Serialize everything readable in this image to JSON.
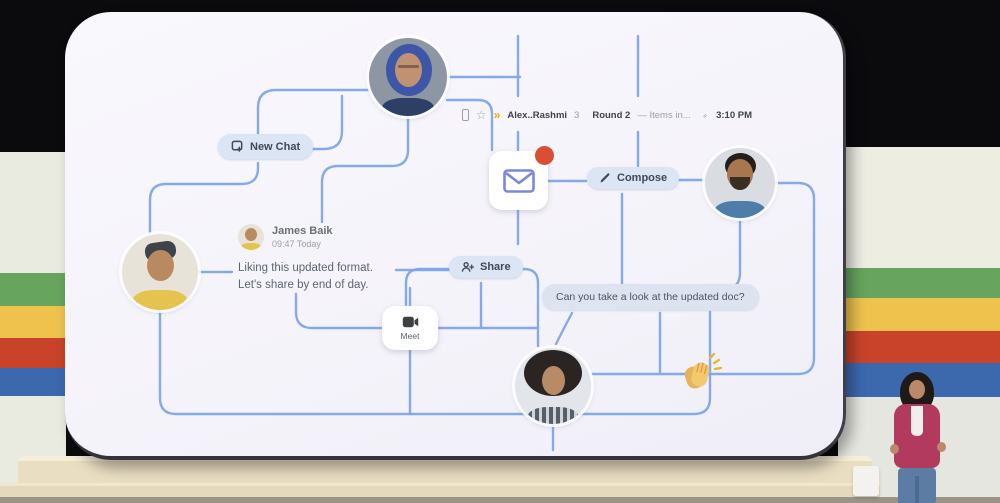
{
  "scene": {
    "description": "Keynote stage: large rounded screen showing a Google Workspace diagram, presenter at right",
    "backdrop_color": "#0b0b0e",
    "screen_bg": "#f8f7fc",
    "platform_color": "#eadec2",
    "stripe_colors": {
      "green": "#67a55f",
      "yellow": "#eec24d",
      "red": "#c84329",
      "blue": "#3c68ae"
    }
  },
  "toolbar": {
    "sender": "Alex..Rashmi",
    "thread_count": "3",
    "subject": "Round 2",
    "snippet": "— Items in...",
    "time": "3:10 PM"
  },
  "buttons": {
    "new_chat": "New Chat",
    "compose": "Compose",
    "share": "Share",
    "meet": "Meet"
  },
  "message": {
    "sender": "James Baik",
    "timestamp": "09:47 Today",
    "line1": "Liking this updated format.",
    "line2": "Let's share by end of day."
  },
  "chat_bubble": {
    "text": "Can you take a look at the updated doc?"
  },
  "icons": {
    "clap": "clapping-hands-emoji",
    "envelope": "gmail-envelope",
    "notification_dot_color": "#d94f35",
    "connector_color": "#7fa5e8",
    "pill_bg": "#dbe5f4"
  },
  "avatars": {
    "top": "woman wearing blue headscarf and glasses",
    "right": "man with beard in blue shirt",
    "left": "man in yellow shirt with backwards cap",
    "bottom": "woman with curly dark hair in striped top",
    "james": "James Baik avatar (yellow shirt)"
  },
  "presenter": {
    "description": "presenter in magenta blazer, white top and jeans"
  }
}
